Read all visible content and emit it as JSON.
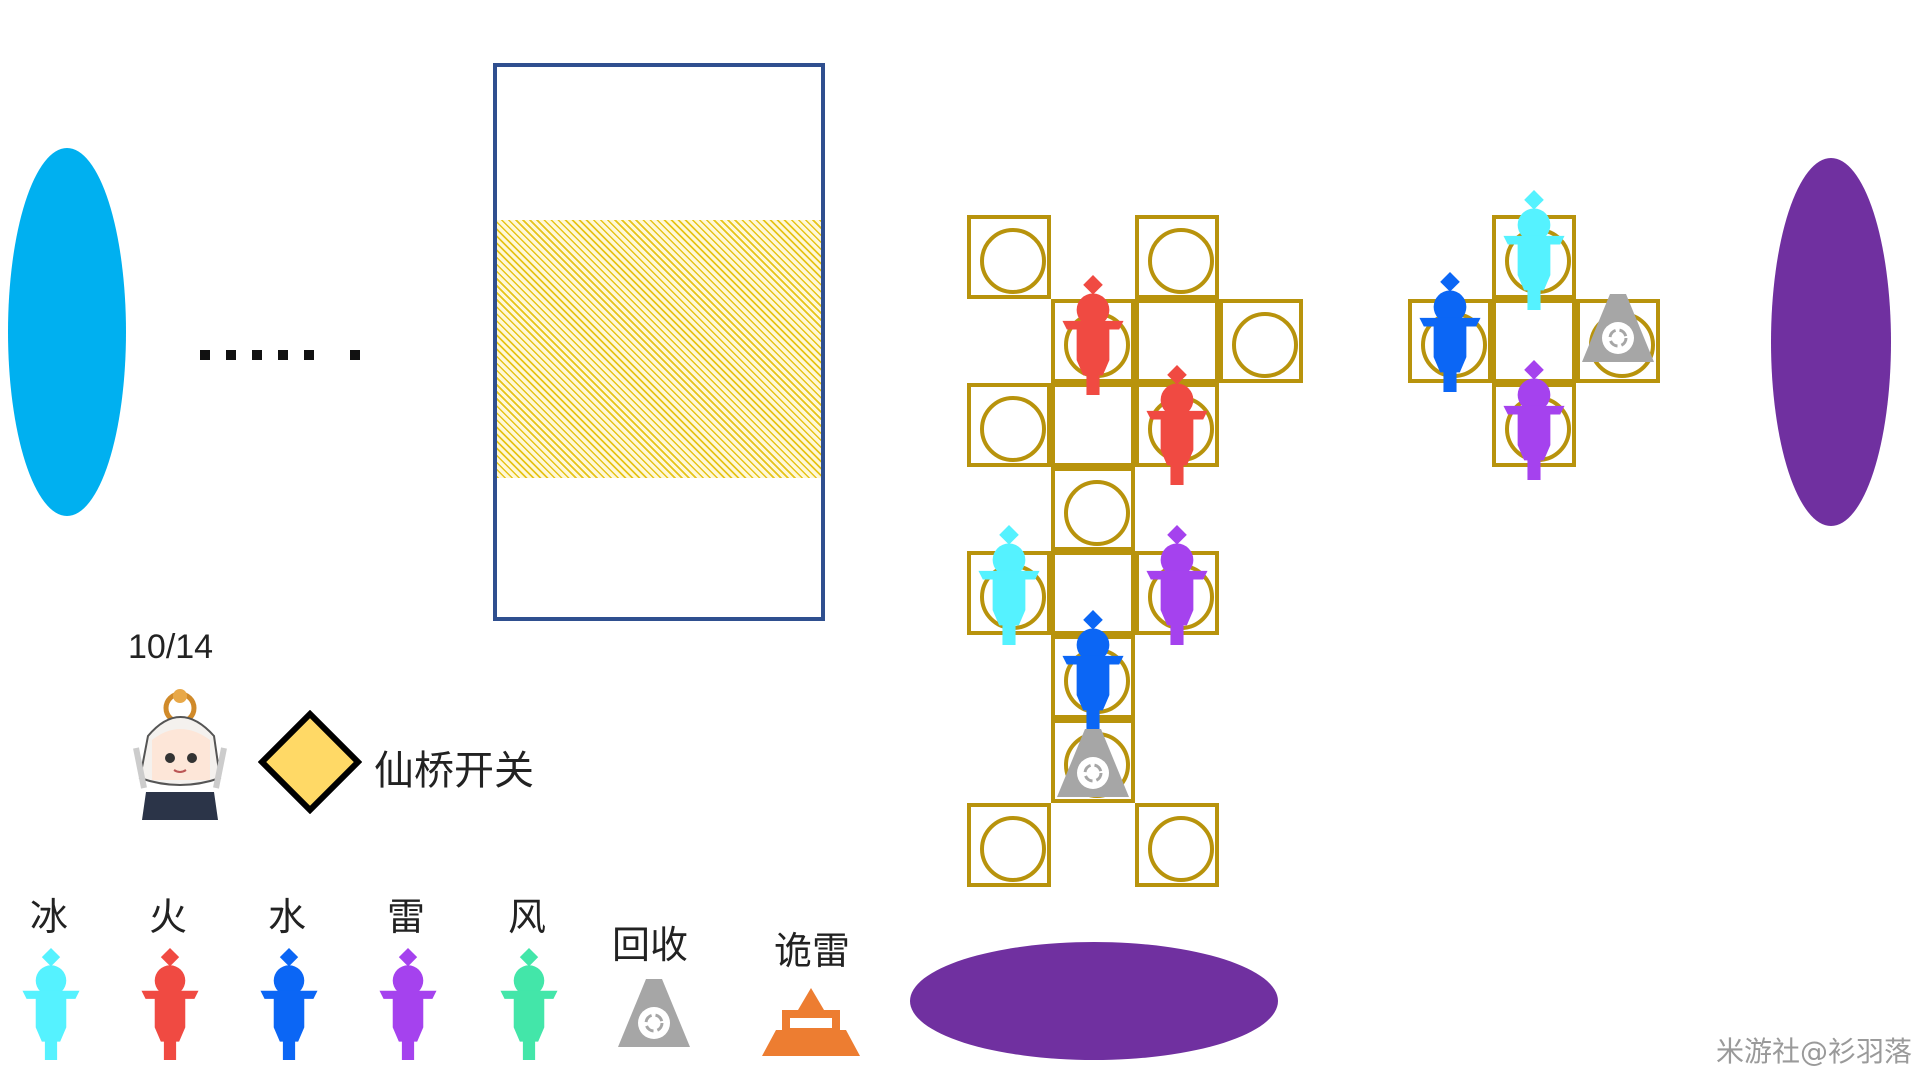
{
  "counter": "10/14",
  "switch_label": "仙桥开关",
  "legend": [
    {
      "label": "冰",
      "color": "#55f2ff",
      "icon": "ice-statue"
    },
    {
      "label": "火",
      "color": "#f04a42",
      "icon": "fire-statue"
    },
    {
      "label": "水",
      "color": "#0b66f5",
      "icon": "water-statue"
    },
    {
      "label": "雷",
      "color": "#a542ee",
      "icon": "electro-statue"
    },
    {
      "label": "风",
      "color": "#43e6a9",
      "icon": "wind-statue"
    }
  ],
  "recycle_label": "回收",
  "odd_thunder_label": "诡雷",
  "watermark": "米游社@衫羽落",
  "colors": {
    "portal_left": "#00b0f0",
    "portal_purple": "#7030a0",
    "gold": "#b8930c",
    "bridge_hatch": "#e6c419",
    "frame": "#2f4f8f",
    "switch": "#ffd966",
    "recycle": "#a6a6a6",
    "odd_thunder": "#ed7d31"
  }
}
